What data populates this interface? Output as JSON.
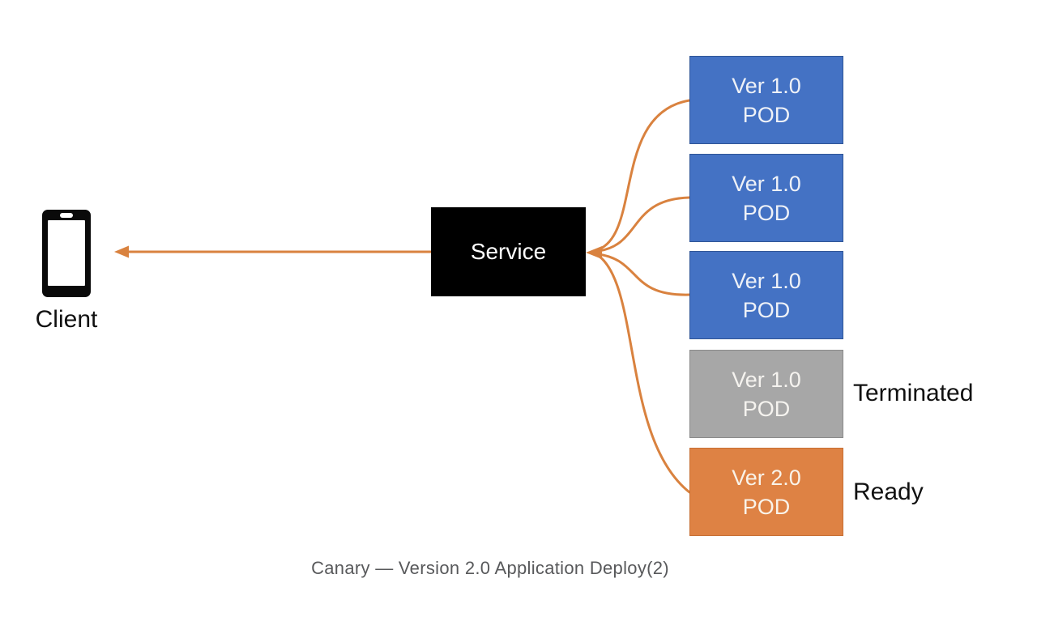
{
  "diagram": {
    "client": {
      "label": "Client"
    },
    "service": {
      "label": "Service"
    },
    "pods": [
      {
        "version": "Ver 1.0",
        "type": "POD",
        "status": "",
        "fill": "#4472c4",
        "border": "#2f5597",
        "text_color": "#eef1f7"
      },
      {
        "version": "Ver 1.0",
        "type": "POD",
        "status": "",
        "fill": "#4472c4",
        "border": "#2f5597",
        "text_color": "#eef1f7"
      },
      {
        "version": "Ver 1.0",
        "type": "POD",
        "status": "",
        "fill": "#4472c4",
        "border": "#2f5597",
        "text_color": "#eef1f7"
      },
      {
        "version": "Ver 1.0",
        "type": "POD",
        "status": "Terminated",
        "fill": "#a7a7a7",
        "border": "#8a8a8a",
        "text_color": "#f5f3ef"
      },
      {
        "version": "Ver 2.0",
        "type": "POD",
        "status": "Ready",
        "fill": "#de8244",
        "border": "#c76f33",
        "text_color": "#f9f3e9"
      }
    ],
    "caption": "Canary — Version 2.0 Application Deploy(2)",
    "colors": {
      "arrow": "#d9823f",
      "service_bg": "#000000",
      "service_text": "#ffffff",
      "caption_text": "#58595b"
    }
  }
}
